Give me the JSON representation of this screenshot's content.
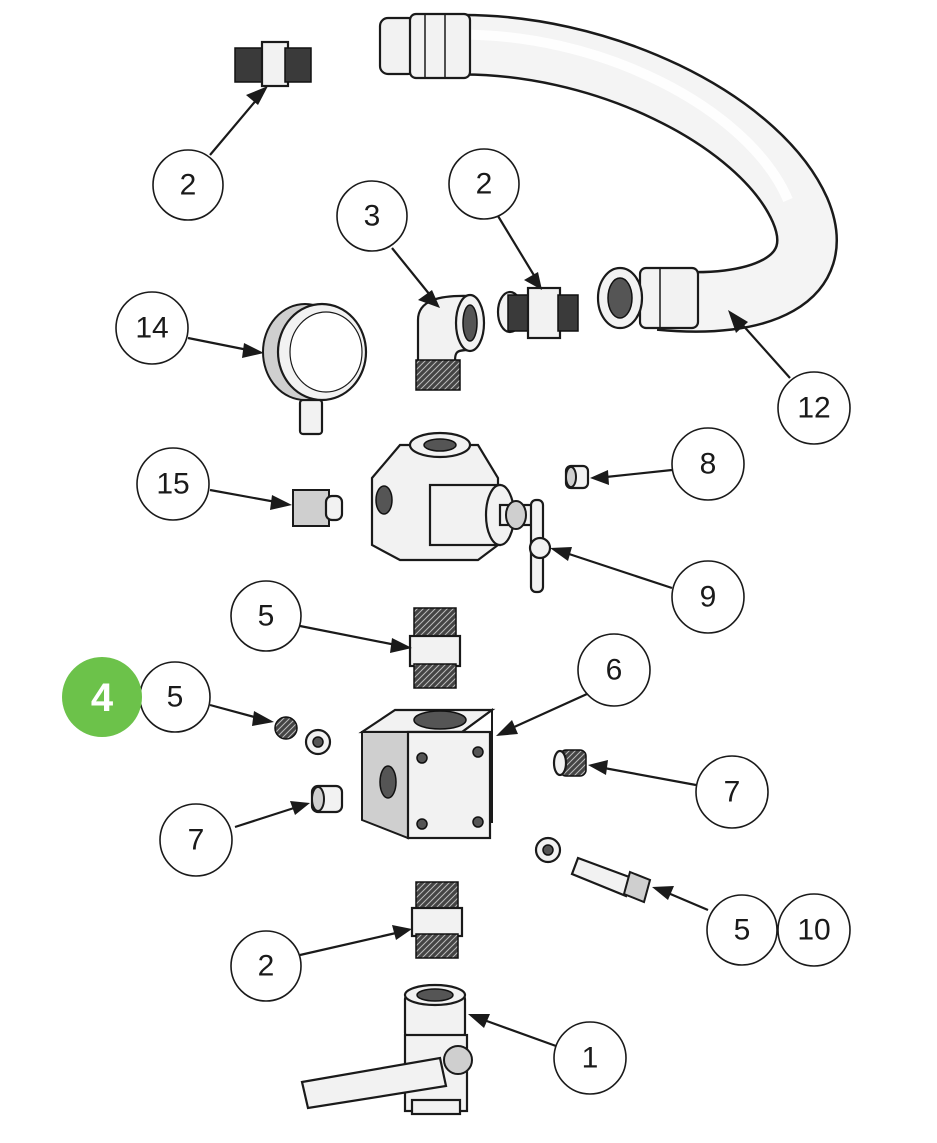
{
  "step_badge": {
    "label": "4",
    "color": "#6cc24a"
  },
  "callouts": [
    {
      "id": "c2-top",
      "label": "2"
    },
    {
      "id": "c3",
      "label": "3"
    },
    {
      "id": "c2-mid",
      "label": "2"
    },
    {
      "id": "c14",
      "label": "14"
    },
    {
      "id": "c12",
      "label": "12"
    },
    {
      "id": "c15",
      "label": "15"
    },
    {
      "id": "c8",
      "label": "8"
    },
    {
      "id": "c9",
      "label": "9"
    },
    {
      "id": "c5-upper",
      "label": "5"
    },
    {
      "id": "c6",
      "label": "6"
    },
    {
      "id": "c5-left",
      "label": "5"
    },
    {
      "id": "c7-right",
      "label": "7"
    },
    {
      "id": "c7-left",
      "label": "7"
    },
    {
      "id": "c5-bolt",
      "label": "5"
    },
    {
      "id": "c10",
      "label": "10"
    },
    {
      "id": "c2-bottom",
      "label": "2"
    },
    {
      "id": "c1",
      "label": "1"
    }
  ]
}
